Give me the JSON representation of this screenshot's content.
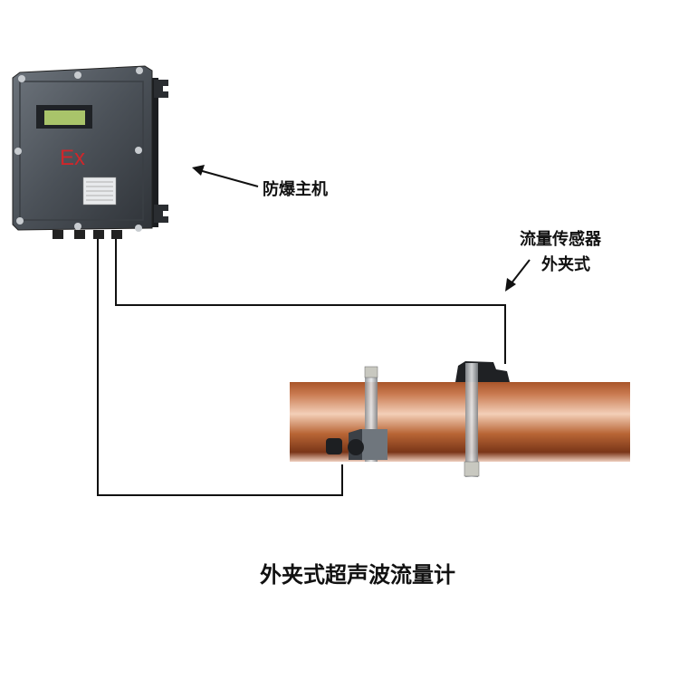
{
  "labels": {
    "host": "防爆主机",
    "sensor_line1": "流量传感器",
    "sensor_line2": "外夹式",
    "title": "外夹式超声波流量计"
  },
  "device": {
    "ex_mark": "Ex"
  },
  "colors": {
    "ex_red": "#d0262a",
    "pipe_copper": "#b5622f",
    "wire": "#111111"
  }
}
